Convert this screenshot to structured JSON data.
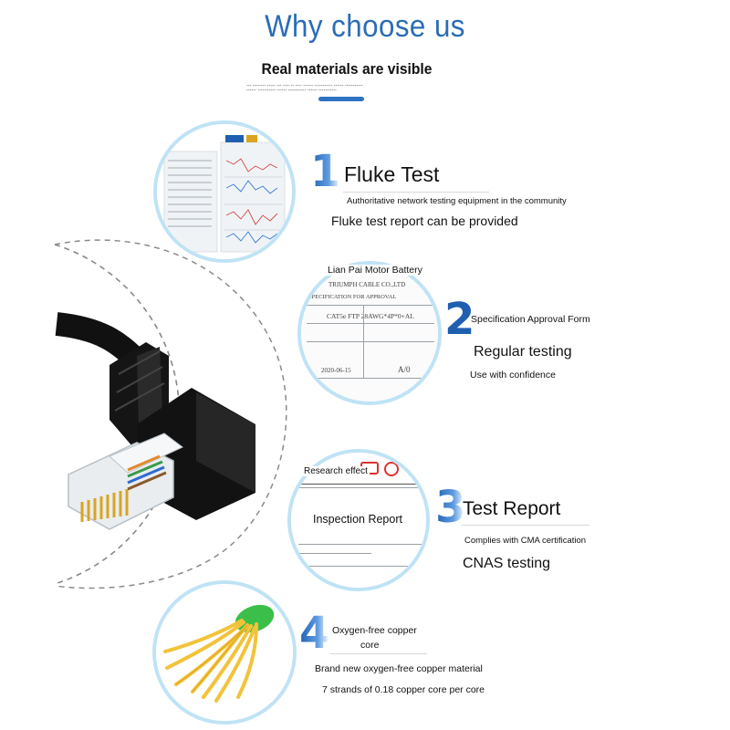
{
  "header": {
    "title": "Why choose us",
    "subtitle": "Real materials are visible"
  },
  "features": [
    {
      "number": "1",
      "title": "Fluke Test",
      "desc": "Authoritative network testing equipment in the community",
      "note": "Fluke test report can be provided"
    },
    {
      "number": "2",
      "caption": "Lian Pai Motor Battery",
      "doc_header": "TRIUMPH CABLE CO.,LTD",
      "doc_subheader": "SPECIFICATION FOR APPROVAL",
      "doc_model": "CAT5e FTP 28AWG*4P*0+AL",
      "doc_date": "2020-06-15",
      "doc_rev": "A/0",
      "title": "Specification Approval Form",
      "note": "Regular testing",
      "desc": "Use with confidence"
    },
    {
      "number": "3",
      "caption": "Research effect",
      "doc_label": "Inspection Report",
      "title": "Test Report",
      "desc": "Complies with CMA certification",
      "note": "CNAS testing"
    },
    {
      "number": "4",
      "title_line1": "Oxygen-free copper",
      "title_line2": "core",
      "desc": "Brand new oxygen-free copper material",
      "note": "7 strands of 0.18 copper core per core"
    }
  ],
  "colors": {
    "accent": "#2a6cb6",
    "circle_border": "#bfe3f4",
    "wire_green": "#3cbf4a",
    "wire_yellow": "#f2c33a"
  }
}
